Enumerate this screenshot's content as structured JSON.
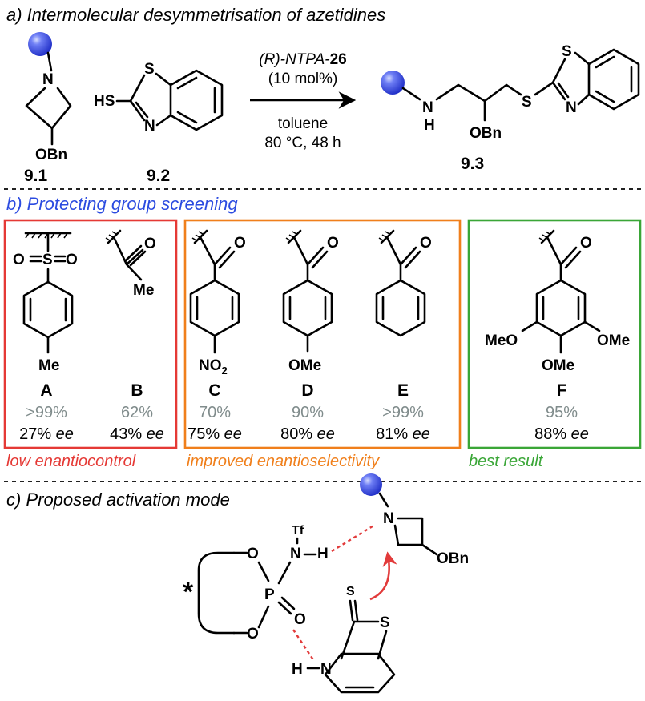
{
  "section_a": {
    "heading": "a) Intermolecular desymmetrisation of azetidines",
    "reactant_1": {
      "label": "9.1",
      "atoms": {
        "n": "N",
        "obn": "OBn"
      }
    },
    "reactant_2": {
      "label": "9.2",
      "atoms": {
        "hs": "HS",
        "s": "S",
        "n": "N"
      }
    },
    "product": {
      "label": "9.3",
      "atoms": {
        "nh_n": "N",
        "nh_h": "H",
        "obn": "OBn",
        "s_link": "S",
        "s_ring": "S",
        "n_ring": "N"
      }
    },
    "conditions": {
      "catalyst_prefix": "(R)-NTPA-",
      "catalyst_number": "26",
      "loading": "(10 mol%)",
      "solvent": "toluene",
      "temp_time": "80 °C, 48 h"
    }
  },
  "section_b": {
    "heading": "b) Protecting group screening",
    "groups": [
      {
        "letter": "A",
        "yield": ">99%",
        "ee_value": "27%",
        "ee_unit": "ee",
        "atoms": [
          "S",
          "O",
          "O",
          "Me"
        ]
      },
      {
        "letter": "B",
        "yield": "62%",
        "ee_value": "43%",
        "ee_unit": "ee",
        "atoms": [
          "O",
          "Me"
        ]
      },
      {
        "letter": "C",
        "yield": "70%",
        "ee_value": "75%",
        "ee_unit": "ee",
        "atoms": [
          "O",
          "NO",
          "2"
        ]
      },
      {
        "letter": "D",
        "yield": "90%",
        "ee_value": "80%",
        "ee_unit": "ee",
        "atoms": [
          "O",
          "OMe"
        ]
      },
      {
        "letter": "E",
        "yield": ">99%",
        "ee_value": "81%",
        "ee_unit": "ee",
        "atoms": [
          "O"
        ]
      },
      {
        "letter": "F",
        "yield": "95%",
        "ee_value": "88%",
        "ee_unit": "ee",
        "atoms": [
          "O",
          "MeO",
          "OMe",
          "OMe"
        ]
      }
    ],
    "boxes": [
      {
        "caption": "low enantiocontrol",
        "color": "#e53935"
      },
      {
        "caption": "improved enantioselectivity",
        "color": "#f07f1b"
      },
      {
        "caption": "best result",
        "color": "#3aa637"
      }
    ]
  },
  "section_c": {
    "heading": "c) Proposed activation mode",
    "atoms": {
      "star": "*",
      "o_top": "O",
      "o_bottom": "O",
      "p": "P",
      "o_double": "O",
      "n_tf": "N",
      "h_tf": "H",
      "tf": "Tf",
      "azet_n": "N",
      "azet_obn": "OBn",
      "thione_s": "S",
      "ring_s": "S",
      "h_n": "H",
      "n_ring": "N"
    },
    "hbond_color": "#e23b3b",
    "arrow_color": "#e23b3b"
  },
  "colors": {
    "substituent_sphere": "#3a48e8",
    "heading_blue": "#2b4be0"
  }
}
